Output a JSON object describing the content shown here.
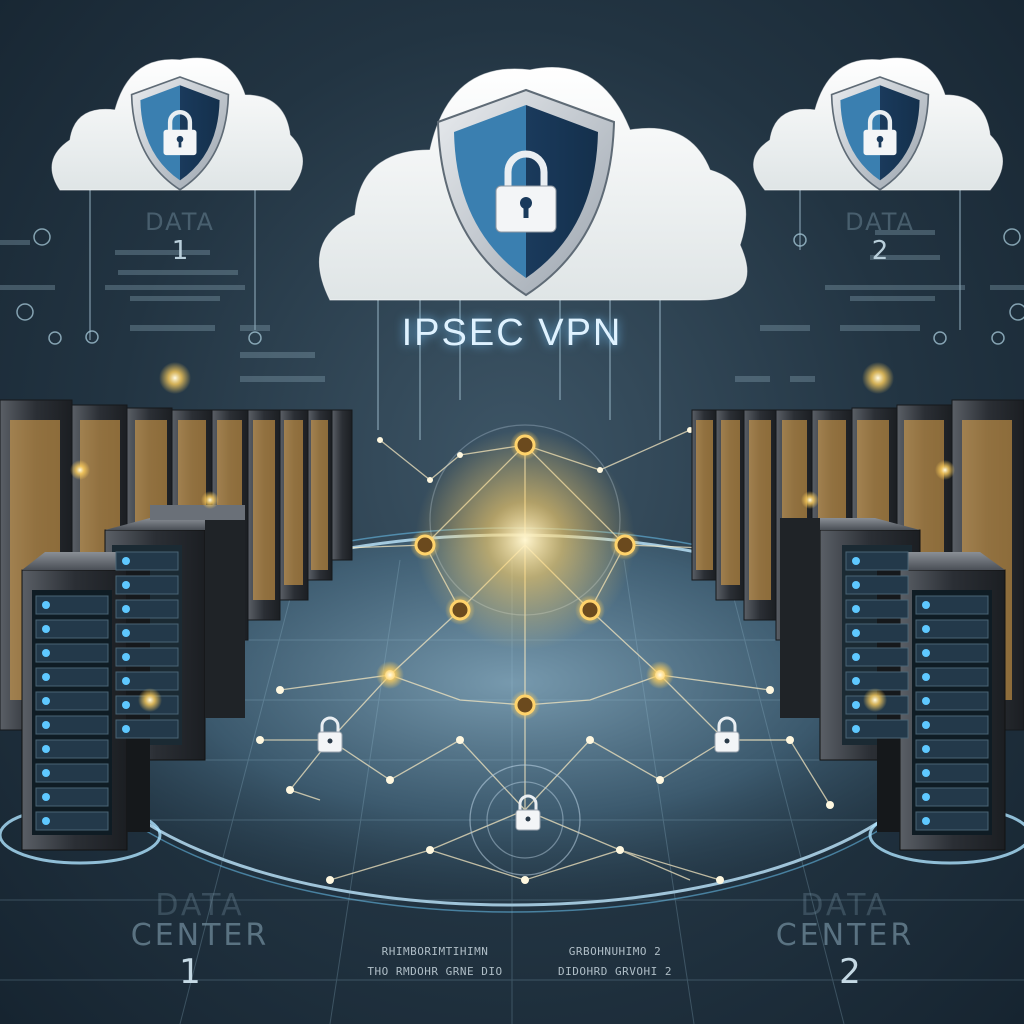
{
  "title": "IPSEC VPN",
  "top_left": {
    "ghost_word": "DATA",
    "number": "1"
  },
  "top_right": {
    "ghost_word": "DATA",
    "number": "2"
  },
  "bottom_left": {
    "word1": "DATA",
    "word2": "CENTER",
    "number": "1"
  },
  "bottom_right": {
    "word1": "DATA",
    "word2": "CENTER",
    "number": "2"
  },
  "bottom_captions": {
    "left_line1": "RHIMBORIMTIHIMN",
    "left_line2": "THO RMDOHR GRNE DIO",
    "right_line1": "GRBOHNUHIMO 2",
    "right_line2": "DIDOHRD GRVOHI 2"
  },
  "icons": [
    "cloud-icon",
    "shield-icon",
    "padlock-icon",
    "server-rack-icon",
    "network-node-icon",
    "globe-icon"
  ],
  "colors": {
    "glow": "#ffd36b",
    "accent_blue": "#5ec8ff",
    "shield_dark": "#1a3a5c"
  }
}
